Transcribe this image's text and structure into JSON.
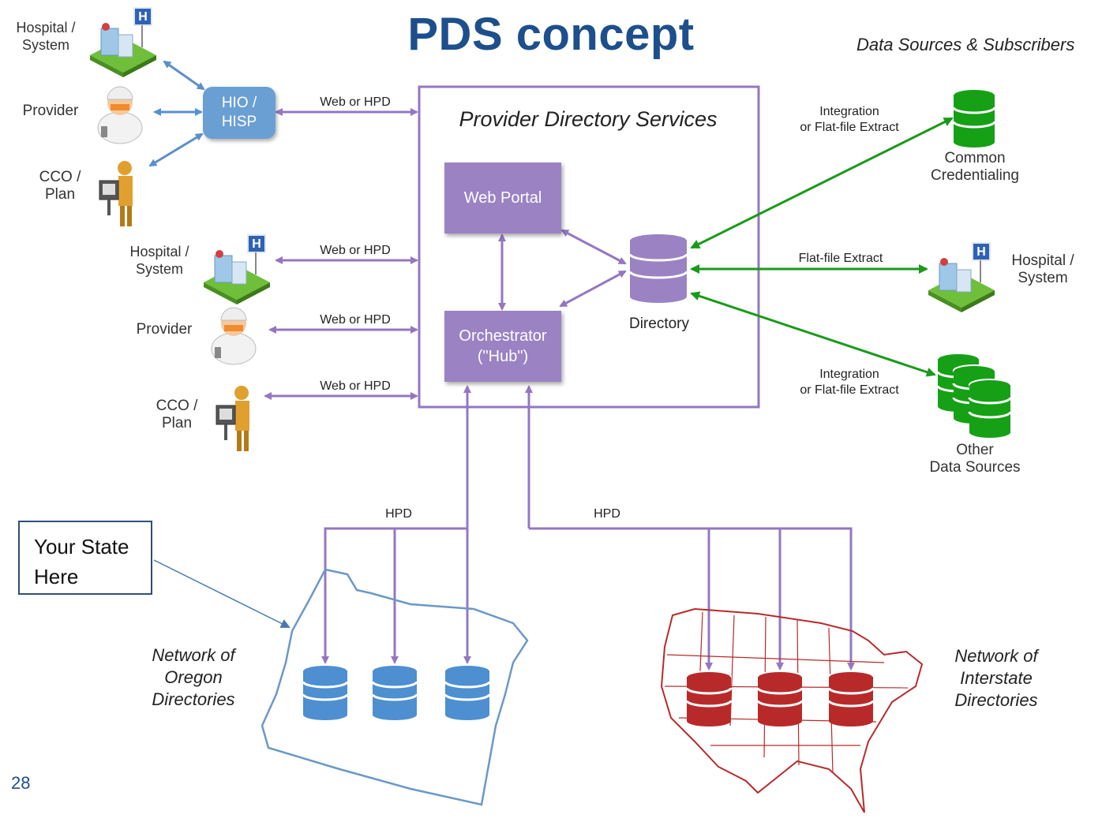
{
  "title": "PDS concept",
  "subtitle": "Data Sources & Subscribers",
  "pds": {
    "label": "Provider Directory Services",
    "web_portal": "Web Portal",
    "orchestrator": "Orchestrator\n(\"Hub\")",
    "directory": "Directory"
  },
  "hio": "HIO /\nHISP",
  "left_top": {
    "hospital": "Hospital /\nSystem",
    "provider": "Provider",
    "cco": "CCO /\nPlan"
  },
  "left_mid": {
    "hospital": "Hospital /\nSystem",
    "provider": "Provider",
    "cco": "CCO /\nPlan"
  },
  "links": {
    "hio_web": "Web or HPD",
    "hospital_web": "Web or HPD",
    "provider_web": "Web or HPD",
    "cco_web": "Web or HPD",
    "hpd_left": "HPD",
    "hpd_right": "HPD",
    "integration_top": "Integration\nor Flat-file Extract",
    "flatfile": "Flat-file Extract",
    "integration_bottom": "Integration\nor Flat-file Extract"
  },
  "right": {
    "common": "Common\nCredentialing",
    "hospital": "Hospital /\nSystem",
    "other": "Other\nData Sources"
  },
  "networks": {
    "oregon": "Network of\nOregon\nDirectories",
    "interstate": "Network of\nInterstate\nDirectories"
  },
  "callout": "Your State\nHere",
  "page_number": "28",
  "colors": {
    "title": "#1d4f8c",
    "purple": "#9b82c3",
    "green": "#1a9a1a",
    "blue_db": "#4d8fd0",
    "red_db": "#b82a2a",
    "hio": "#6a9fd4"
  }
}
